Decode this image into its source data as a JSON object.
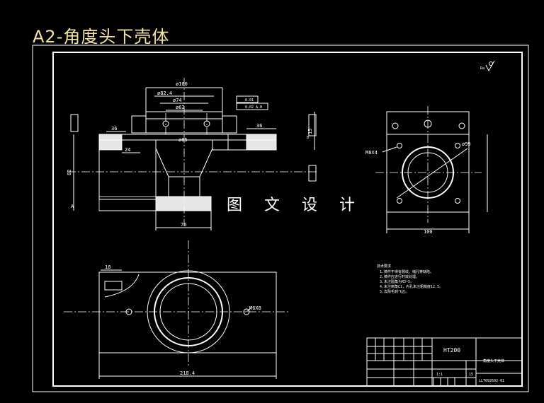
{
  "title": "A2-角度头下壳体",
  "watermark": "图 文 设 计",
  "roughness_symbol": "Ra",
  "colors": {
    "background": "#000000",
    "title": "#f0e2a0",
    "lines": "#ffffff"
  },
  "front_view": {
    "dims": {
      "d100": "ø100",
      "d82": "ø82.4",
      "d74": "ø74",
      "d62": "ø62",
      "w36_left": "36",
      "w36_right": "36",
      "w24": "24",
      "d65": "ø65",
      "w76": "76",
      "h82": "82",
      "t15": "15"
    },
    "tolerances": [
      "0.01",
      "0.02 A-B"
    ],
    "datums": [
      "A",
      "B"
    ]
  },
  "side_view": {
    "dims": {
      "thread": "M8X4",
      "d99": "ø99",
      "w100": "100"
    }
  },
  "top_view": {
    "dims": {
      "w18": "18",
      "thread": "M6X8",
      "w218": "218.4"
    }
  },
  "notes": {
    "heading": "技术要求",
    "items": [
      "1.铸件不得有裂纹、缩孔等缺陷。",
      "2.铸件应进行时效处理。",
      "3.未注圆角为R3~5。",
      "4.未注倒角C1，内孔未注粗糙度12.5。",
      "5.去除毛刺飞边。"
    ]
  },
  "title_block": {
    "material": "HT200",
    "part_name": "角度头下壳体",
    "drawing_no": "LLT092602-01",
    "scale": "1:1",
    "sheet": "15"
  }
}
